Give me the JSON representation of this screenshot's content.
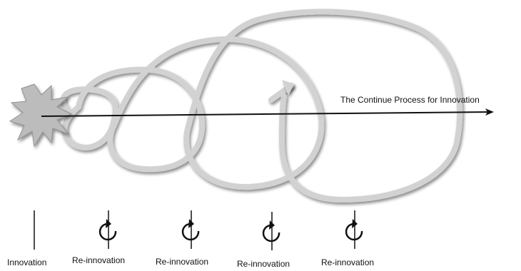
{
  "diagram": {
    "process_label": "The Continue Process for Innovation",
    "stages": [
      {
        "label": "Innovation",
        "marker": "vertical-line"
      },
      {
        "label": "Re-innovation",
        "marker": "rotation-icon"
      },
      {
        "label": "Re-innovation",
        "marker": "rotation-icon"
      },
      {
        "label": "Re-innovation",
        "marker": "rotation-icon"
      },
      {
        "label": "Re-innovation",
        "marker": "rotation-icon"
      }
    ],
    "colors": {
      "loops": "#d2d2d2",
      "loop_shadow": "#8a8a8a",
      "arrow": "#111111",
      "burst": "#bcbcbc"
    }
  }
}
